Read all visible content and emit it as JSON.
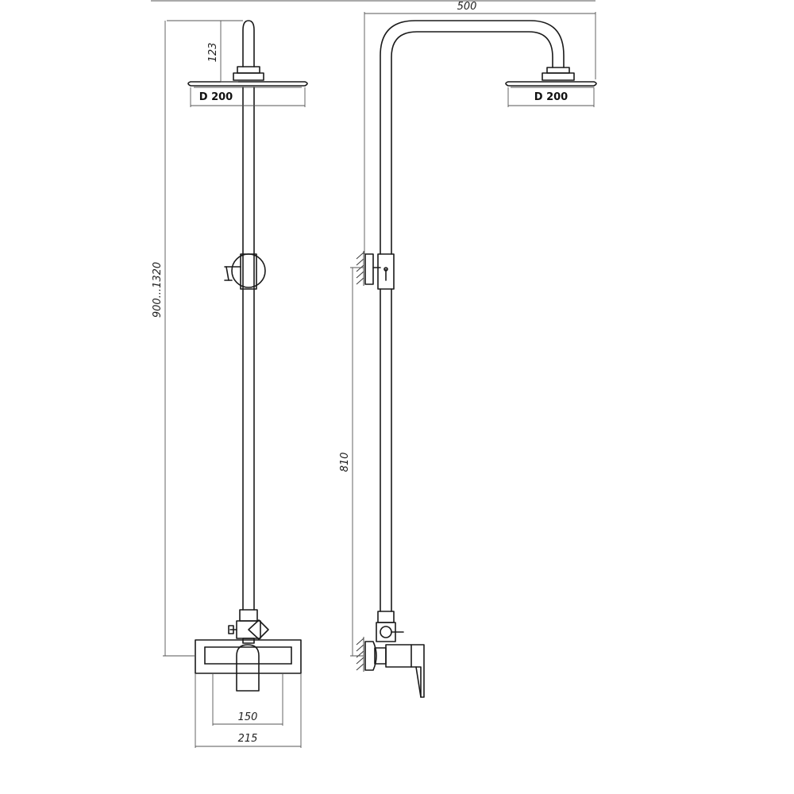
{
  "front_view": {
    "showerhead_height": "123",
    "showerhead_diameter": "D 200",
    "height_range": "900...1320",
    "mixer_spout_width": "150",
    "mixer_width": "215"
  },
  "side_view": {
    "arm_reach": "500",
    "showerhead_diameter": "D 200",
    "mount_height": "810"
  }
}
